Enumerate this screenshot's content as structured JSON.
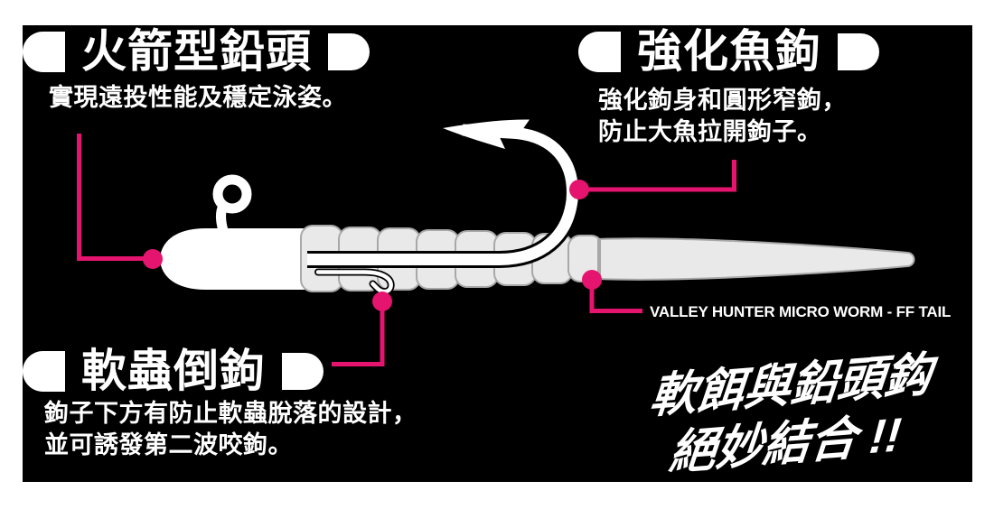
{
  "colors": {
    "page_background": "#ffffff",
    "canvas_background": "#000000",
    "accent_pink": "#e5146e",
    "worm_fill": "#e9e9e9",
    "worm_outline": "#a8a8a8",
    "text": "#ffffff"
  },
  "callouts": {
    "rocket_head": {
      "title": "火箭型鉛頭",
      "desc": "實現遠投性能及穩定泳姿。"
    },
    "reinforced_hook": {
      "title": "強化魚鉤",
      "desc_line1": "強化鉤身和圓形窄鉤，",
      "desc_line2": "防止大魚拉開鉤子。"
    },
    "worm_keeper": {
      "title": "軟蟲倒鉤",
      "desc_line1": "鉤子下方有防止軟蟲脫落的設計，",
      "desc_line2": "並可誘發第二波咬鉤。"
    }
  },
  "product_label": "VALLEY HUNTER MICRO WORM - FF TAIL",
  "slogan": {
    "line1": "軟餌與鉛頭鈎",
    "line2": "絕妙結合 !!"
  }
}
